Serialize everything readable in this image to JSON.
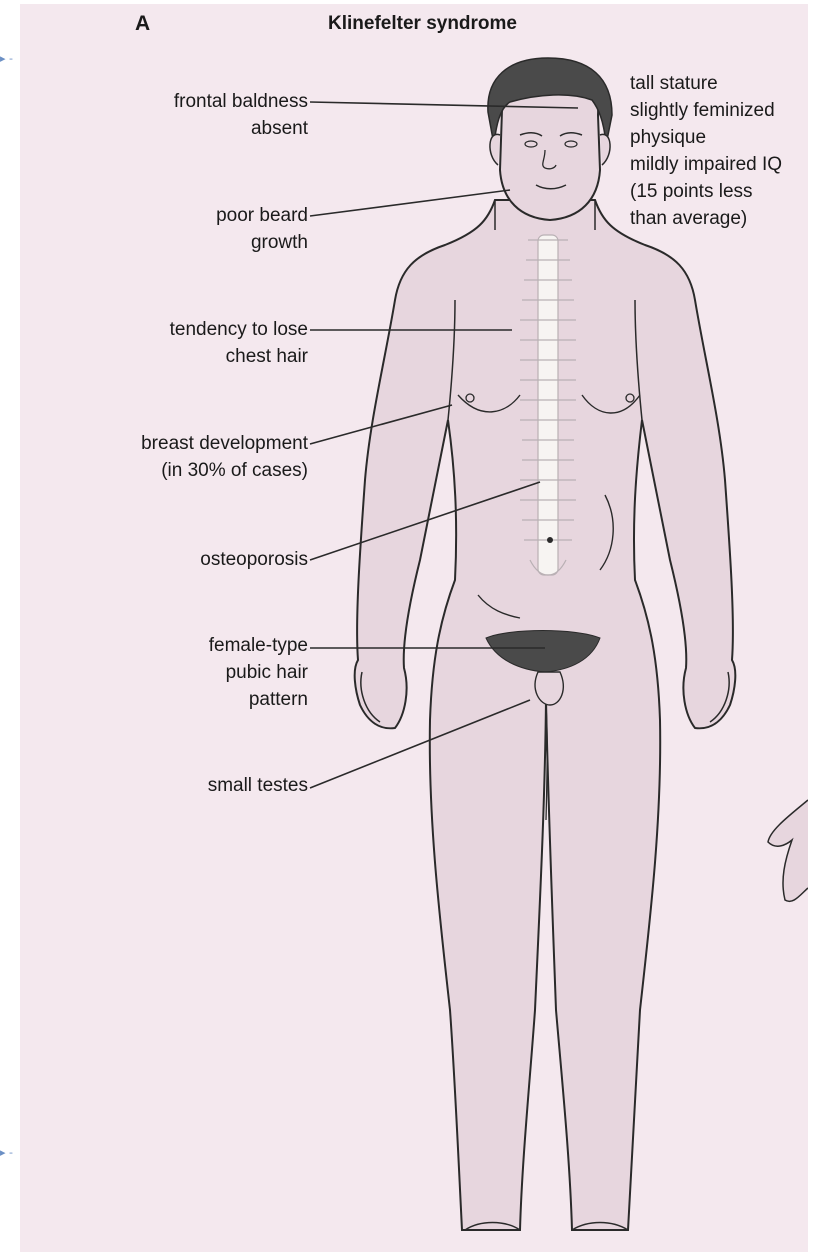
{
  "panel_letter": "A",
  "title": "Klinefelter syndrome",
  "left_labels": [
    {
      "id": "frontal-baldness",
      "lines": [
        "frontal baldness",
        "absent"
      ]
    },
    {
      "id": "poor-beard",
      "lines": [
        "poor beard",
        "growth"
      ]
    },
    {
      "id": "chest-hair",
      "lines": [
        "tendency to lose",
        "chest hair"
      ]
    },
    {
      "id": "breast",
      "lines": [
        "breast development",
        "(in 30% of cases)"
      ]
    },
    {
      "id": "osteoporosis",
      "lines": [
        "osteoporosis"
      ]
    },
    {
      "id": "pubic-hair",
      "lines": [
        "female-type",
        "pubic hair",
        "pattern"
      ]
    },
    {
      "id": "testes",
      "lines": [
        "small testes"
      ]
    }
  ],
  "right_labels": [
    "tall stature",
    "slightly feminized",
    "physique",
    "mildly impaired IQ",
    "(15 points less",
    "than average)"
  ],
  "colors": {
    "background": "#f4e8ee",
    "body_fill": "#e7d6de",
    "outline": "#2a2a2a",
    "spine": "#f7f4f2",
    "hair": "#4a4a4a"
  }
}
